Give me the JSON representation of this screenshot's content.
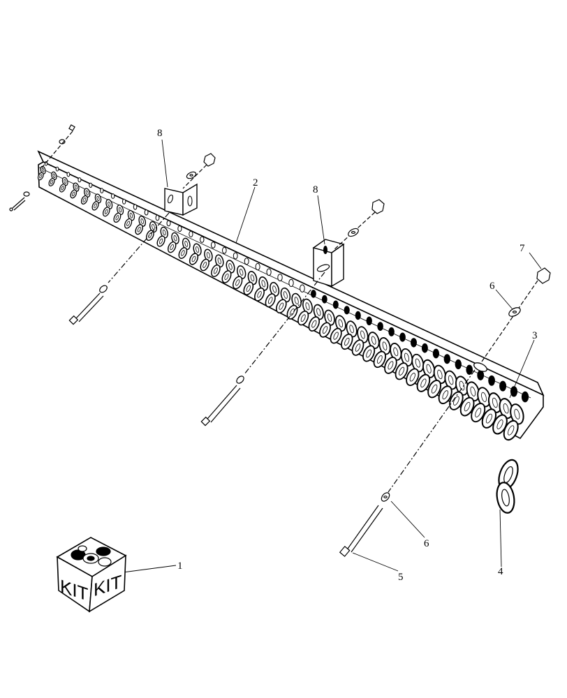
{
  "diagram": {
    "callouts": [
      {
        "id": "c1",
        "label": "1"
      },
      {
        "id": "c2",
        "label": "2"
      },
      {
        "id": "c3",
        "label": "3"
      },
      {
        "id": "c4",
        "label": "4"
      },
      {
        "id": "c5",
        "label": "5"
      },
      {
        "id": "c6a",
        "label": "6"
      },
      {
        "id": "c6b",
        "label": "6"
      },
      {
        "id": "c7",
        "label": "7"
      },
      {
        "id": "c8a",
        "label": "8"
      },
      {
        "id": "c8b",
        "label": "8"
      }
    ],
    "kit": {
      "left_label": "KIT",
      "right_label": "KIT"
    }
  }
}
